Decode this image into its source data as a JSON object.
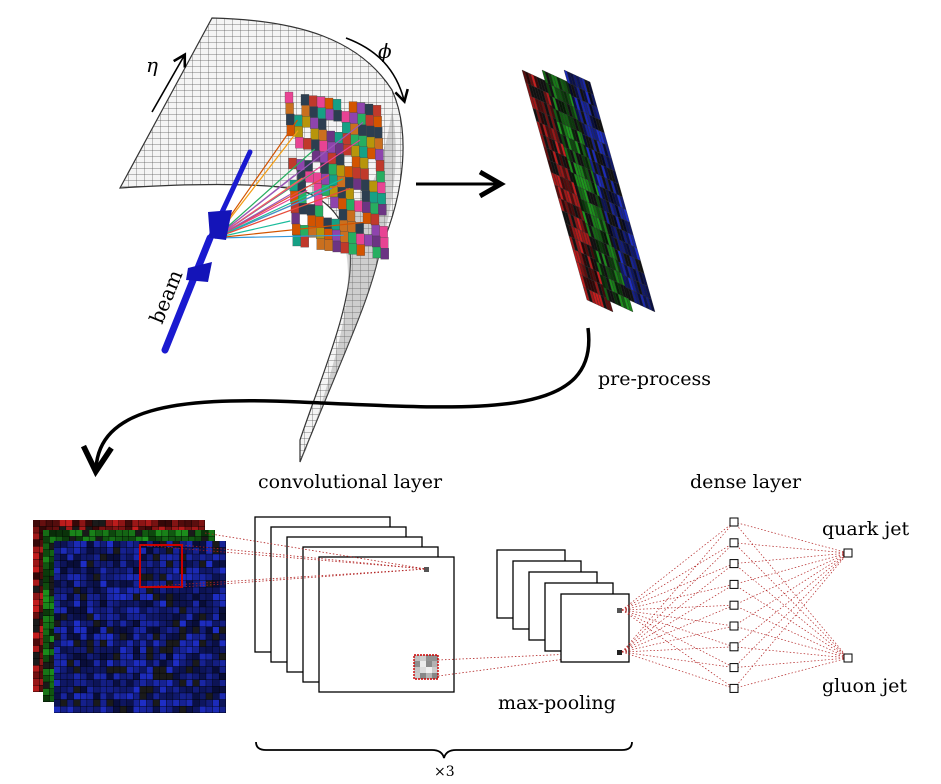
{
  "labels": {
    "eta": "η",
    "phi": "ϕ",
    "beam": "beam",
    "pre_process": "pre-process",
    "conv_layer": "convolutional layer",
    "dense_layer": "dense layer",
    "max_pooling": "max-pooling",
    "quark_jet": "quark jet",
    "gluon_jet": "gluon jet",
    "repeat": "×3"
  },
  "colors": {
    "red_channel": "#c81e1e",
    "green_channel": "#1e9a1e",
    "blue_channel": "#1e2ec8",
    "beam": "#1a1ad0",
    "connection": "#b22222",
    "detector": "#555555"
  },
  "channels": [
    "red",
    "green",
    "blue"
  ],
  "conv_feature_maps": 5,
  "pool_feature_maps": 5,
  "dense_nodes": 9,
  "output_nodes": 2
}
